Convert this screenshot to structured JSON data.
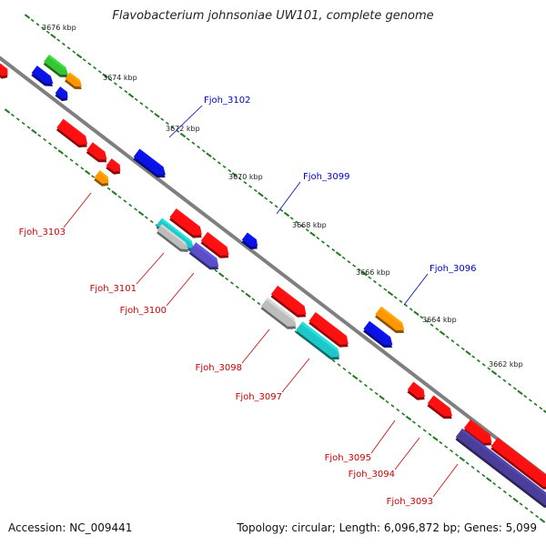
{
  "title": "Flavobacterium johnsoniae UW101, complete genome",
  "footer": {
    "accession": "Accession: NC_009441",
    "summary": "Topology: circular; Length: 6,096,872 bp; Genes: 5,099"
  },
  "colors": {
    "backbone": "#7f7f7f",
    "tick": "#1e7a1e",
    "label_forward": "#0000cc",
    "label_reverse": "#cc0000",
    "red": "#ff1010",
    "blue": "#0b12e6",
    "green": "#35c535",
    "orange": "#ff9500",
    "cyan": "#1ec8c8",
    "gray": "#bdbdbd",
    "purple": "#5a4ec9",
    "navy": "#4a3e9a"
  },
  "scale_labels": [
    "3676 kbp",
    "3674 kbp",
    "3672 kbp",
    "3670 kbp",
    "3668 kbp",
    "3666 kbp",
    "3664 kbp",
    "3662 kbp"
  ],
  "gene_labels": {
    "forward": [
      "Fjoh_3102",
      "Fjoh_3099",
      "Fjoh_3096"
    ],
    "reverse": [
      "Fjoh_3103",
      "Fjoh_3101",
      "Fjoh_3100",
      "Fjoh_3098",
      "Fjoh_3097",
      "Fjoh_3095",
      "Fjoh_3094",
      "Fjoh_3093"
    ]
  }
}
